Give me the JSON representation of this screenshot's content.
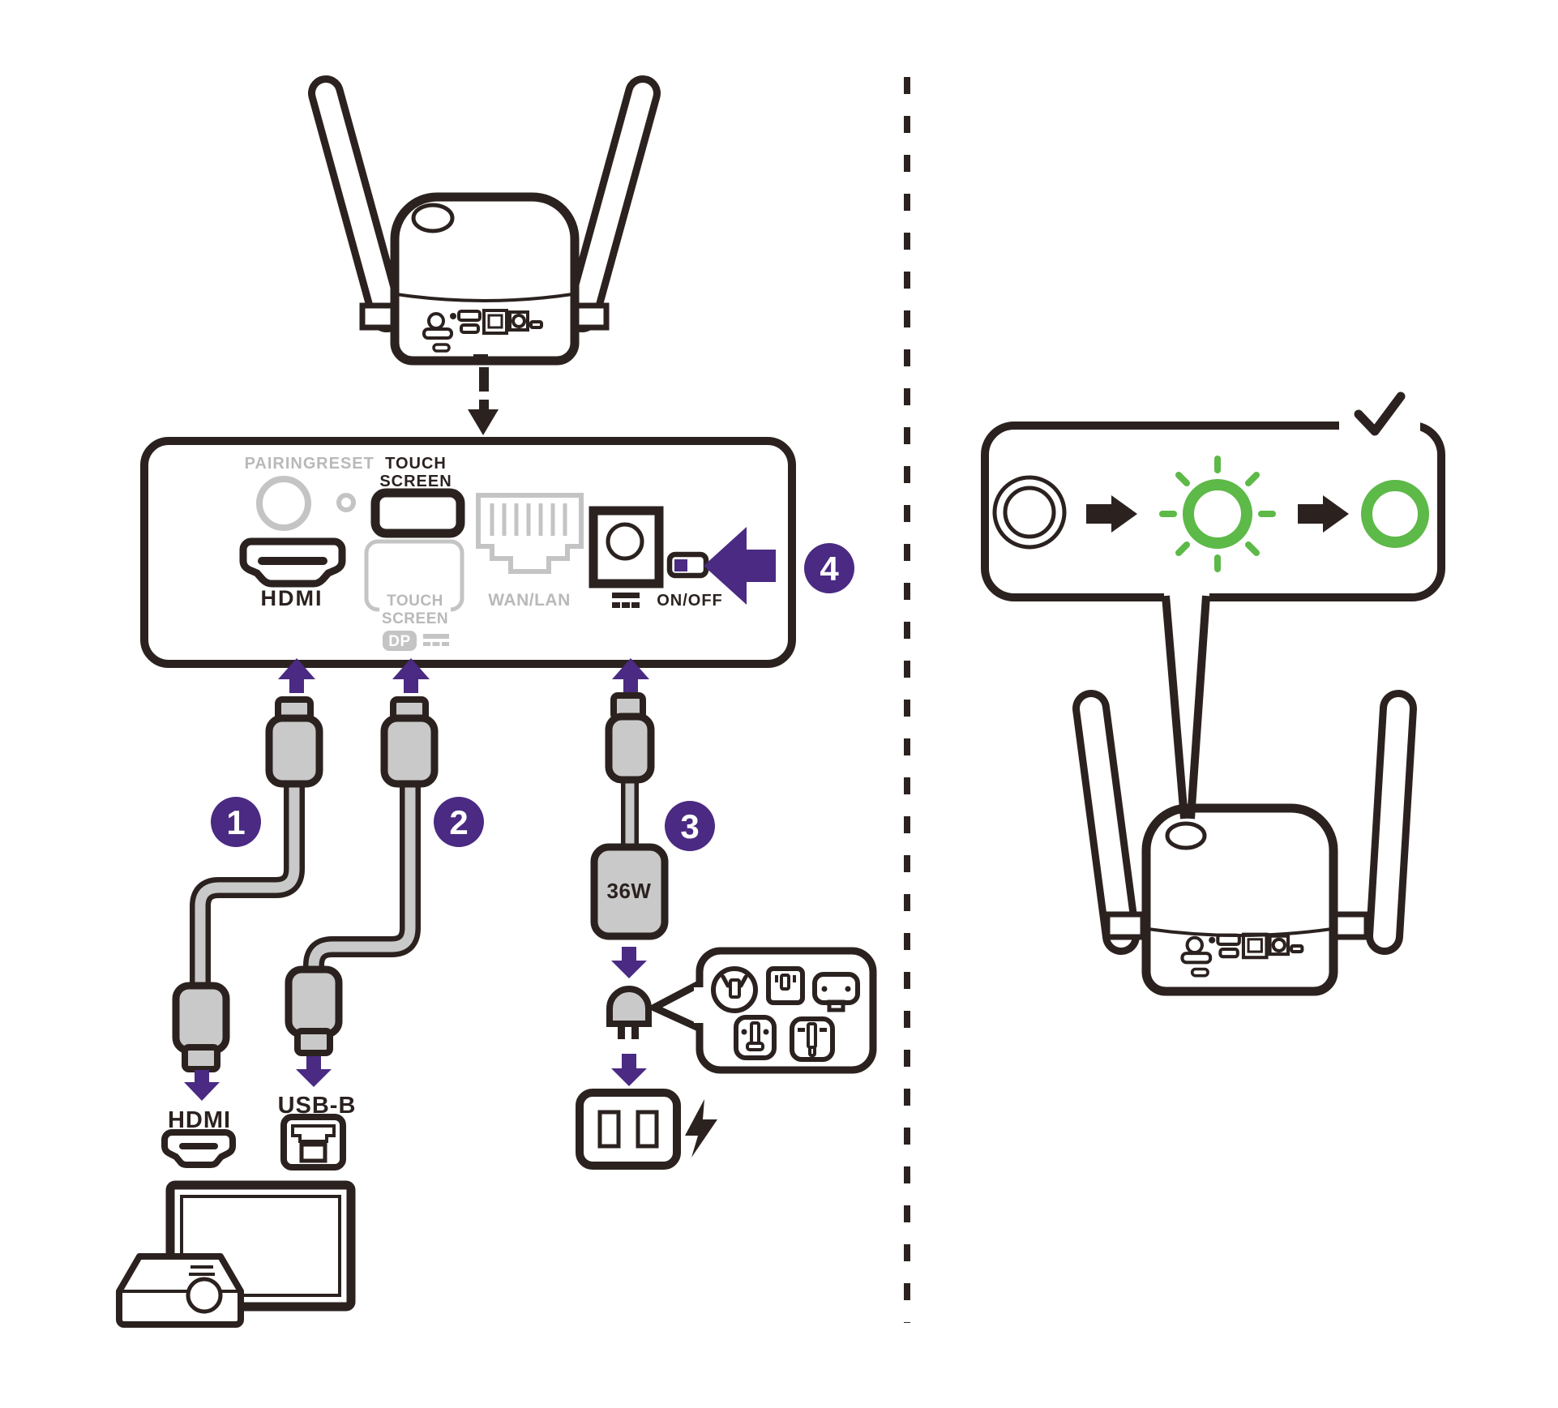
{
  "panel": {
    "pairing_label": "PAIRING",
    "reset_label": "RESET",
    "touch_screen_usb_label_line1": "TOUCH",
    "touch_screen_usb_label_line2": "SCREEN",
    "hdmi_port_label": "HDMI",
    "touch_screen_dp_label_line1": "TOUCH",
    "touch_screen_dp_label_line2": "SCREEN",
    "dp_badge_label": "DP",
    "wan_lan_label": "WAN/LAN",
    "on_off_label": "ON/OFF"
  },
  "steps": {
    "step1": "1",
    "step2": "2",
    "step3": "3",
    "step4": "4"
  },
  "cables": {
    "hdmi_connector_label": "HDMI",
    "usb_b_connector_label": "USB-B",
    "power_adapter_wattage": "36W"
  },
  "icons": {
    "success": "check-icon",
    "power": "lightning-bolt-icon",
    "direction": "arrow-icons",
    "led_states": [
      "led-off-icon",
      "led-blinking-green-icon",
      "led-solid-green-icon"
    ]
  },
  "colors": {
    "accent_purple": "#4a2a82",
    "led_green": "#5db948",
    "ink": "#2b2220",
    "line_gray": "#c4c4c4",
    "text_gray": "#b9b9b9",
    "cable_gray": "#c9c9c9"
  }
}
